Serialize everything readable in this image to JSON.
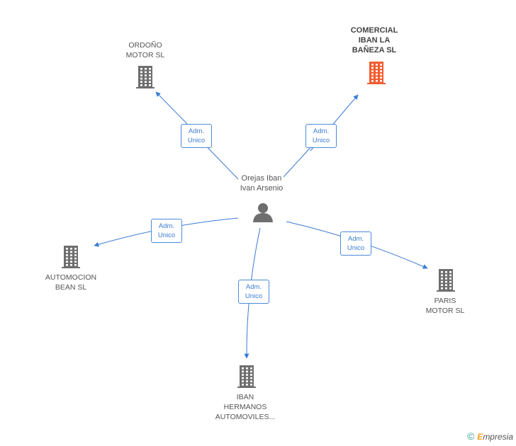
{
  "colors": {
    "edge": "#3a7bd5",
    "building": "#6e6e6e",
    "building_main": "#f25c2e",
    "person": "#6e6e6e"
  },
  "center": {
    "label_line1": "Orejas Iban",
    "label_line2": "Ivan Arsenio",
    "icon": "person-icon"
  },
  "nodes": [
    {
      "id": "ordono",
      "lines": [
        "ORDOÑO",
        "MOTOR SL"
      ],
      "main": false,
      "icon": "building-icon"
    },
    {
      "id": "comercial",
      "lines": [
        "COMERCIAL",
        "IBAN LA",
        "BAÑEZA SL"
      ],
      "main": true,
      "icon": "building-icon"
    },
    {
      "id": "automocion",
      "lines": [
        "AUTOMOCION",
        "BEAN SL"
      ],
      "main": false,
      "icon": "building-icon"
    },
    {
      "id": "paris",
      "lines": [
        "PARIS",
        "MOTOR SL"
      ],
      "main": false,
      "icon": "building-icon"
    },
    {
      "id": "iban",
      "lines": [
        "IBAN",
        "HERMANOS",
        "AUTOMOVILES..."
      ],
      "main": false,
      "icon": "building-icon"
    }
  ],
  "edges": [
    {
      "to": "ordono",
      "line1": "Adm.",
      "line2": "Unico"
    },
    {
      "to": "comercial",
      "line1": "Adm.",
      "line2": "Unico"
    },
    {
      "to": "automocion",
      "line1": "Adm.",
      "line2": "Unico"
    },
    {
      "to": "paris",
      "line1": "Adm.",
      "line2": "Unico"
    },
    {
      "to": "iban",
      "line1": "Adm.",
      "line2": "Unico"
    }
  ],
  "footer": {
    "copyright": "©",
    "brand_initial": "E",
    "brand_rest": "mpresia"
  }
}
